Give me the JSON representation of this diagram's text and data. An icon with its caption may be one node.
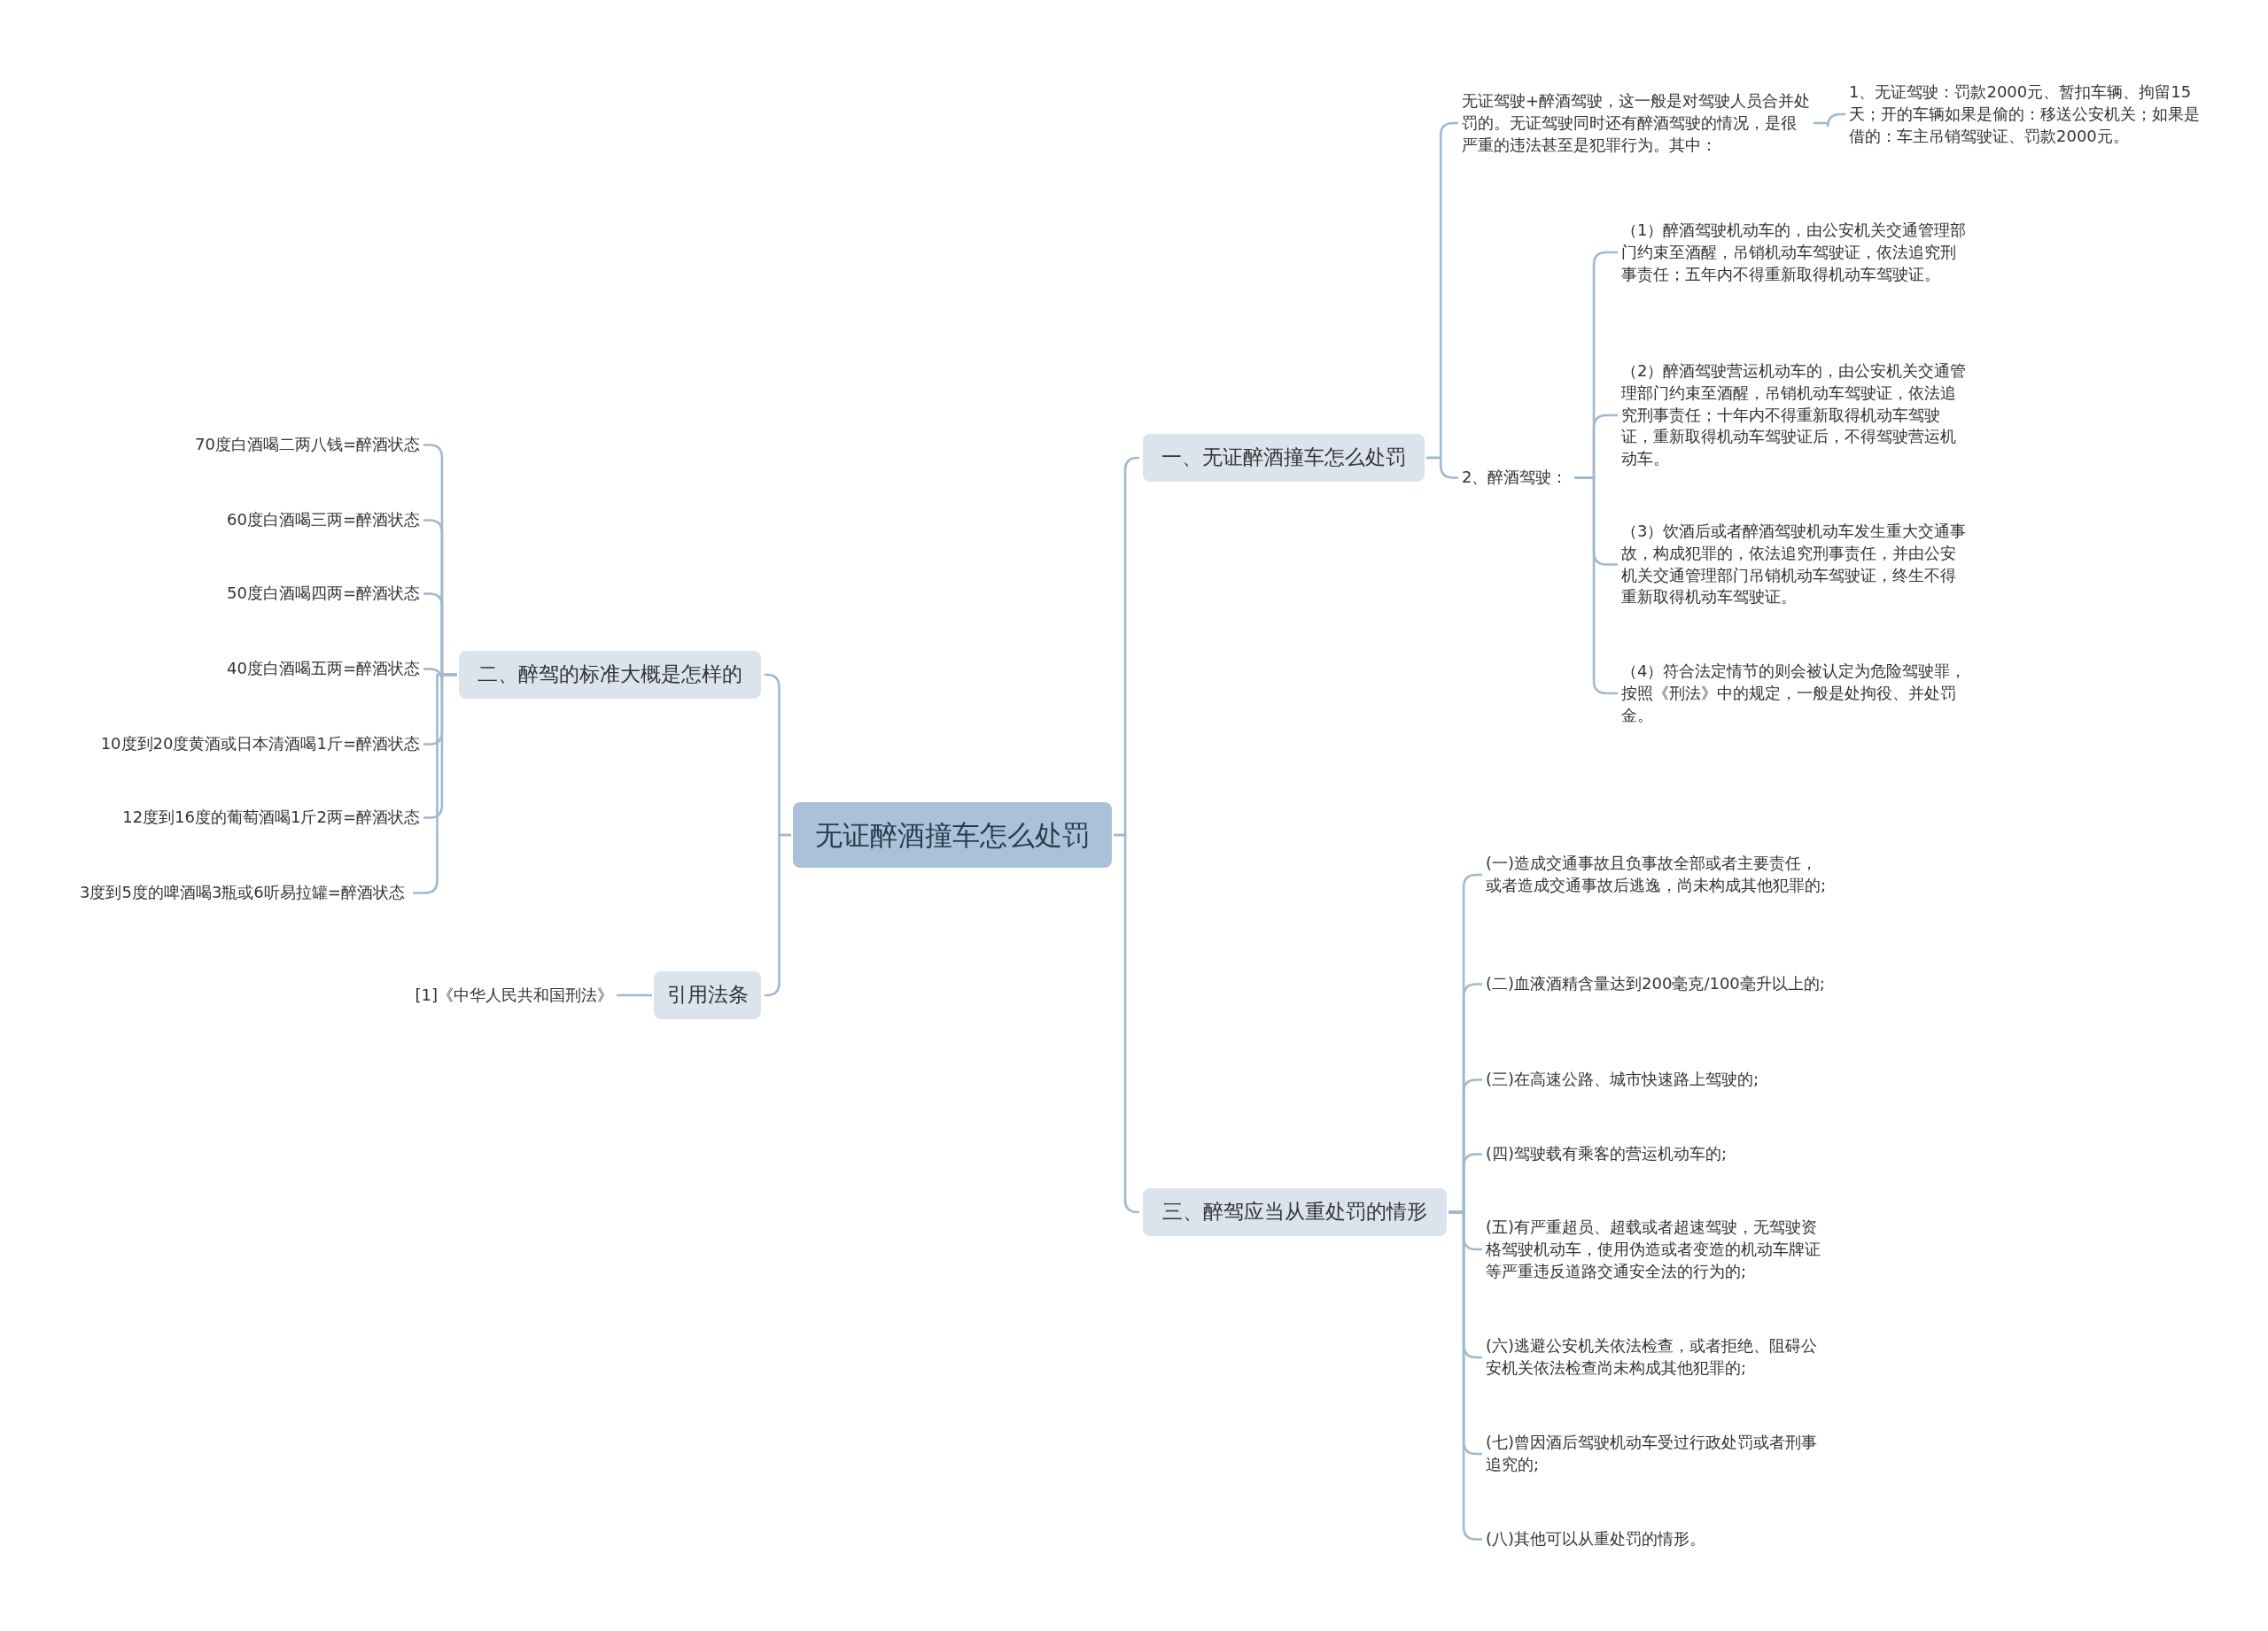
{
  "diagram": {
    "nodes": [
      {
        "text": [
          "无证醉酒撞车怎么处罚"
        ]
      },
      {
        "text": [
          "一、无证醉酒撞车怎么处罚"
        ]
      },
      {
        "text": [
          "无证驾驶+醉酒驾驶，这一般是对驾驶人员合并处罚的。无证驾驶同时还有醉酒驾驶的情况，是很严重的违法甚至是犯罪行为。其中："
        ]
      },
      {
        "text": [
          "1、无证驾驶：罚款2000元、暂扣车辆、拘留15天；开的车辆如果是偷的：移送公安机关；如果是借的：车主吊销驾驶证、罚款2000元。"
        ]
      },
      {
        "text": [
          "2、醉酒驾驶："
        ]
      },
      {
        "text": [
          "（1）醉酒驾驶机动车的，由公安机关交通管理部门约束至酒醒，吊销机动车驾驶证，依法追究刑事责任；五年内不得重新取得机动车驾驶证。"
        ]
      },
      {
        "text": [
          "（2）醉酒驾驶营运机动车的，由公安机关交通管理部门约束至酒醒，吊销机动车驾驶证，依法追究刑事责任；十年内不得重新取得机动车驾驶证，重新取得机动车驾驶证后，不得驾驶营运机动车。"
        ]
      },
      {
        "text": [
          "（3）饮酒后或者醉酒驾驶机动车发生重大交通事故，构成犯罪的，依法追究刑事责任，并由公安机关交通管理部门吊销机动车驾驶证，终生不得重新取得机动车驾驶证。"
        ]
      },
      {
        "text": [
          "（4）符合法定情节的则会被认定为危险驾驶罪，按照《刑法》中的规定，一般是处拘役、并处罚金。"
        ]
      },
      {
        "text": [
          "三、醉驾应当从重处罚的情形"
        ]
      },
      {
        "text": [
          "(一)造成交通事故且负事故全部或者主要责任，或者造成交通事故后逃逸，尚未构成其他犯罪的;"
        ]
      },
      {
        "text": [
          "(二)血液酒精含量达到200毫克/100毫升以上的;"
        ]
      },
      {
        "text": [
          "(三)在高速公路、城市快速路上驾驶的;"
        ]
      },
      {
        "text": [
          "(四)驾驶载有乘客的营运机动车的;"
        ]
      },
      {
        "text": [
          "(五)有严重超员、超载或者超速驾驶，无驾驶资格驾驶机动车，使用伪造或者变造的机动车牌证等严重违反道路交通安全法的行为的;"
        ]
      },
      {
        "text": [
          "(六)逃避公安机关依法检查，或者拒绝、阻碍公安机关依法检查尚未构成其他犯罪的;"
        ]
      },
      {
        "text": [
          "(七)曾因酒后驾驶机动车受过行政处罚或者刑事追究的;"
        ]
      },
      {
        "text": [
          "(八)其他可以从重处罚的情形。"
        ]
      },
      {
        "text": [
          "二、醉驾的标准大概是怎样的"
        ]
      },
      {
        "text": [
          "70度白酒喝二两八钱=醉酒状态"
        ]
      },
      {
        "text": [
          "60度白酒喝三两=醉酒状态"
        ]
      },
      {
        "text": [
          "50度白酒喝四两=醉酒状态"
        ]
      },
      {
        "text": [
          "40度白酒喝五两=醉酒状态"
        ]
      },
      {
        "text": [
          "10度到20度黄酒或日本清酒喝1斤=醉酒状态"
        ]
      },
      {
        "text": [
          "12度到16度的葡萄酒喝1斤2两=醉酒状态"
        ]
      },
      {
        "text": [
          "3度到5度的啤酒喝3瓶或6听易拉罐=醉酒状态"
        ]
      },
      {
        "text": [
          "引用法条"
        ]
      },
      {
        "text": [
          "[1]《中华人民共和国刑法》"
        ]
      }
    ],
    "edges": [
      {
        "from": 0,
        "to": 1,
        "arrow": "none"
      },
      {
        "from": 1,
        "to": 2,
        "arrow": "none"
      },
      {
        "from": 2,
        "to": 3,
        "arrow": "none"
      },
      {
        "from": 1,
        "to": 4,
        "arrow": "none"
      },
      {
        "from": 4,
        "to": 5,
        "arrow": "none"
      },
      {
        "from": 4,
        "to": 6,
        "arrow": "none"
      },
      {
        "from": 4,
        "to": 7,
        "arrow": "none"
      },
      {
        "from": 4,
        "to": 8,
        "arrow": "none"
      },
      {
        "from": 0,
        "to": 9,
        "arrow": "none"
      },
      {
        "from": 9,
        "to": 10,
        "arrow": "none"
      },
      {
        "from": 9,
        "to": 11,
        "arrow": "none"
      },
      {
        "from": 9,
        "to": 12,
        "arrow": "none"
      },
      {
        "from": 9,
        "to": 13,
        "arrow": "none"
      },
      {
        "from": 9,
        "to": 14,
        "arrow": "none"
      },
      {
        "from": 9,
        "to": 15,
        "arrow": "none"
      },
      {
        "from": 9,
        "to": 16,
        "arrow": "none"
      },
      {
        "from": 9,
        "to": 17,
        "arrow": "none"
      },
      {
        "from": 0,
        "to": 18,
        "arrow": "none"
      },
      {
        "from": 18,
        "to": 19,
        "arrow": "none"
      },
      {
        "from": 18,
        "to": 20,
        "arrow": "none"
      },
      {
        "from": 18,
        "to": 21,
        "arrow": "none"
      },
      {
        "from": 18,
        "to": 22,
        "arrow": "none"
      },
      {
        "from": 18,
        "to": 23,
        "arrow": "none"
      },
      {
        "from": 18,
        "to": 24,
        "arrow": "none"
      },
      {
        "from": 18,
        "to": 25,
        "arrow": "none"
      },
      {
        "from": 0,
        "to": 26,
        "arrow": "none"
      },
      {
        "from": 26,
        "to": 27,
        "arrow": "none"
      }
    ]
  }
}
